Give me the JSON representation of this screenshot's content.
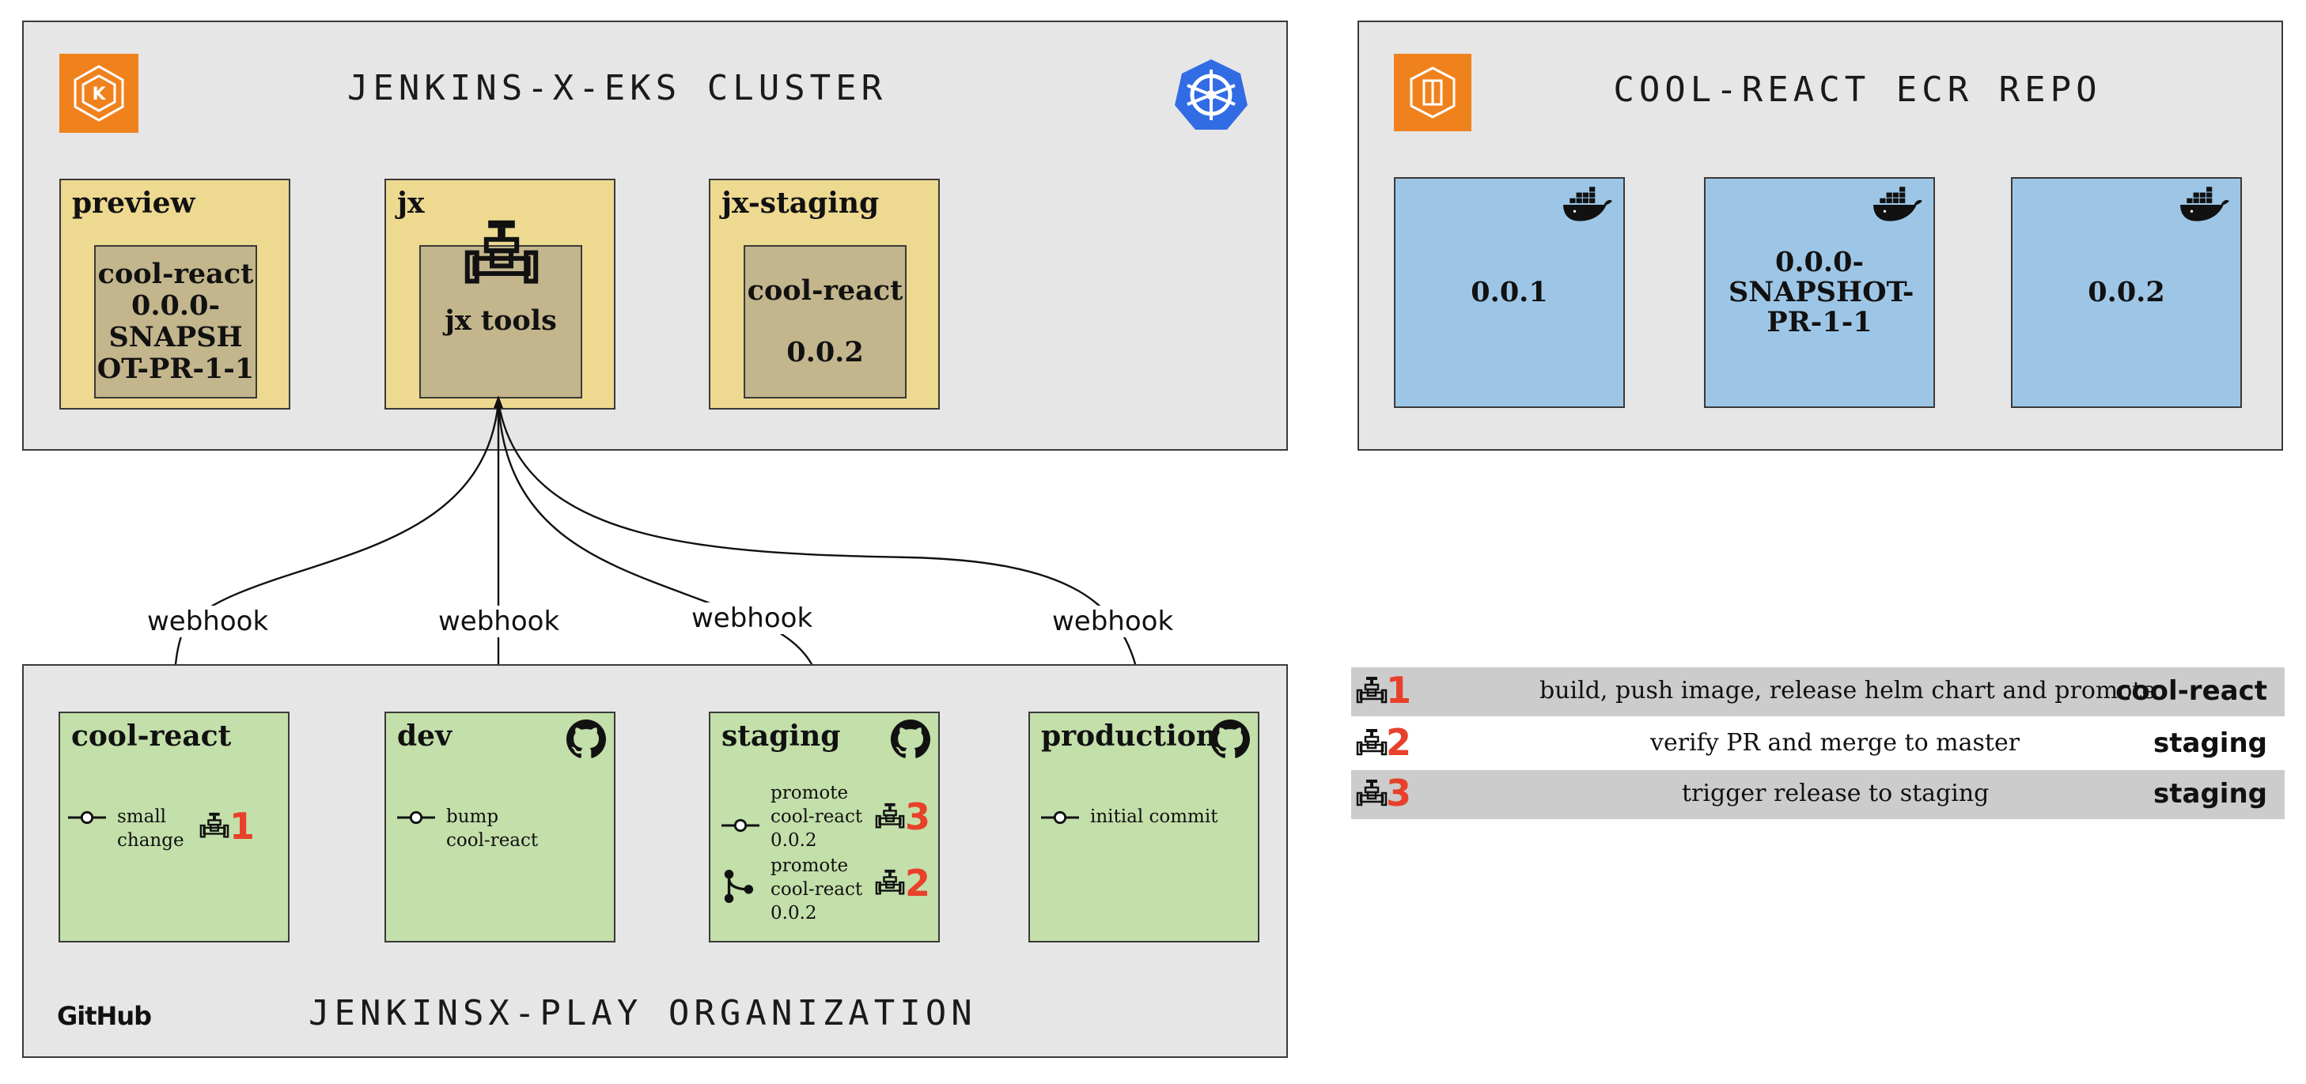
{
  "colors": {
    "panel": "#e6e6e6",
    "namespace": "#eed991",
    "pod": "#c3b58c",
    "image": "#9dc6e6",
    "repo": "#c3dfaa",
    "number": "#e8402a",
    "aws_orange": "#f0821e",
    "k8s_blue": "#326ce5"
  },
  "cluster": {
    "title": "JENKINS-X-EKS CLUSTER",
    "namespaces": [
      {
        "label": "preview",
        "pod": "cool-react 0.0.0-SNAPSH OT-PR-1-1"
      },
      {
        "label": "jx",
        "pod": "jx tools"
      },
      {
        "label": "jx-staging",
        "pod_name": "cool-react",
        "pod_version": "0.0.2"
      }
    ]
  },
  "ecr": {
    "title": "COOL-REACT ECR REPO",
    "images": [
      "0.0.1",
      "0.0.0- SNAPSHOT- PR-1-1",
      "0.0.2"
    ]
  },
  "webhooks": [
    "webhook",
    "webhook",
    "webhook",
    "webhook"
  ],
  "github": {
    "title": "JENKINSX-PLAY ORGANIZATION",
    "logo_text": "GitHub",
    "repos": [
      {
        "name": "cool-react",
        "commits": [
          {
            "text_1": "small",
            "text_2": "change",
            "num": "1"
          }
        ]
      },
      {
        "name": "dev",
        "commits": [
          {
            "text_1": "bump",
            "text_2": "cool-react"
          }
        ]
      },
      {
        "name": "staging",
        "commits": [
          {
            "text_1": "promote",
            "text_2": "cool-react",
            "text_3": "0.0.2",
            "num": "3"
          },
          {
            "text_1": "promote",
            "text_2": "cool-react",
            "text_3": "0.0.2",
            "num": "2"
          }
        ]
      },
      {
        "name": "production",
        "commits": [
          {
            "text_1": "initial commit"
          }
        ]
      }
    ]
  },
  "legend": [
    {
      "num": "1",
      "desc": "build, push image, release helm chart and promote",
      "repo": "cool-react"
    },
    {
      "num": "2",
      "desc": "verify PR and merge to master",
      "repo": "staging"
    },
    {
      "num": "3",
      "desc": "trigger release to staging",
      "repo": "staging"
    }
  ]
}
